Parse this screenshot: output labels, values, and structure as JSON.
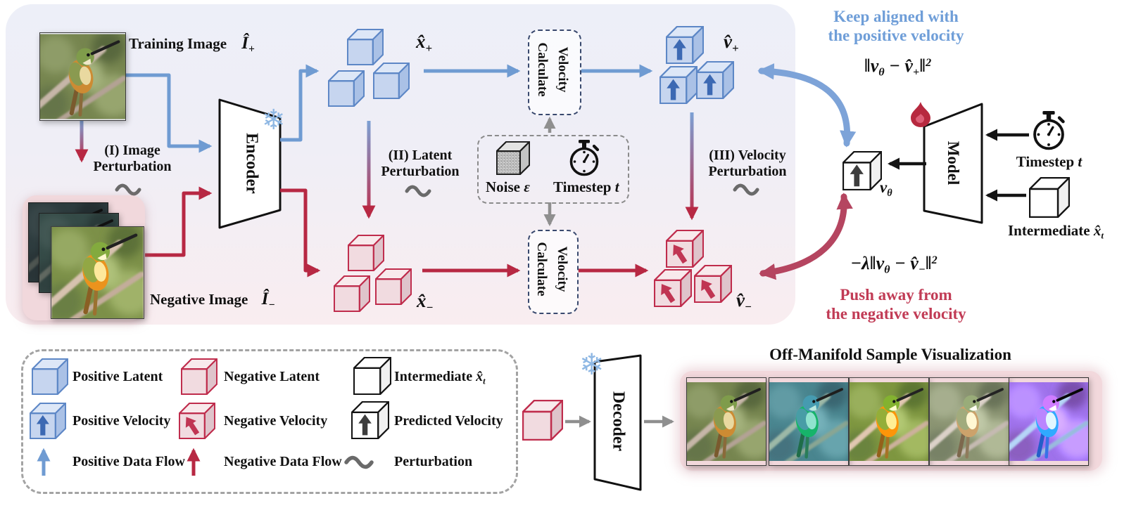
{
  "panel": {
    "training_image_label": "Training Image",
    "training_image_symbol": "Î",
    "training_image_sub": "+",
    "negative_image_label": "Negative Image",
    "negative_image_symbol": "Î",
    "negative_image_sub": "−",
    "perturbations": {
      "p1_line1": "(I) Image",
      "p1_line2": "Perturbation",
      "p2_line1": "(II) Latent",
      "p2_line2": "Perturbation",
      "p3_line1": "(III) Velocity",
      "p3_line2": "Perturbation"
    },
    "encoder_label": "Encoder",
    "calc_velocity_line1": "Calculate",
    "calc_velocity_line2": "Velocity",
    "noise_label": "Noise",
    "noise_symbol": "ε",
    "timestep_label": "Timestep",
    "timestep_symbol": "t",
    "latent_pos_symbol": "x̂",
    "latent_pos_sub": "+",
    "latent_neg_symbol": "x̂",
    "latent_neg_sub": "−",
    "velocity_pos_symbol": "v̂",
    "velocity_pos_sub": "+",
    "velocity_neg_symbol": "v̂",
    "velocity_neg_sub": "−"
  },
  "right": {
    "keep_line1": "Keep aligned with",
    "keep_line2": "the positive velocity",
    "push_line1": "Push away from",
    "push_line2": "the negative velocity",
    "loss_pos": {
      "a": "‖v",
      "b": "θ",
      "c": " − v̂",
      "d": "+",
      "e": "‖",
      "f": "2"
    },
    "loss_neg": {
      "a": "−λ‖v",
      "b": "θ",
      "c": " − v̂",
      "d": "−",
      "e": "‖",
      "f": "2"
    },
    "v_theta_symbol": "v",
    "v_theta_sub": "θ",
    "model_label": "Model",
    "timestep_label": "Timestep",
    "timestep_symbol": "t",
    "intermediate_label": "Intermediate",
    "intermediate_symbol": "x̂",
    "intermediate_sub": "t"
  },
  "legend": {
    "positive_latent": "Positive Latent",
    "positive_velocity": "Positive Velocity",
    "positive_flow": "Positive Data Flow",
    "negative_latent": "Negative Latent",
    "negative_velocity": "Negative Velocity",
    "negative_flow": "Negative Data Flow",
    "intermediate_label": "Intermediate",
    "intermediate_symbol": "x̂",
    "intermediate_sub": "t",
    "predicted_velocity": "Predicted Velocity",
    "perturbation": "Perturbation"
  },
  "bottom": {
    "decoder_label": "Decoder",
    "viz_title": "Off-Manifold Sample Visualization"
  },
  "colors": {
    "positive_flow": "#6f9bd2",
    "negative_flow": "#b72843",
    "keep_text": "#6f9ed8",
    "push_text": "#c13b55",
    "panel_top": "#edeff8",
    "panel_bottom": "#f9edf0"
  }
}
